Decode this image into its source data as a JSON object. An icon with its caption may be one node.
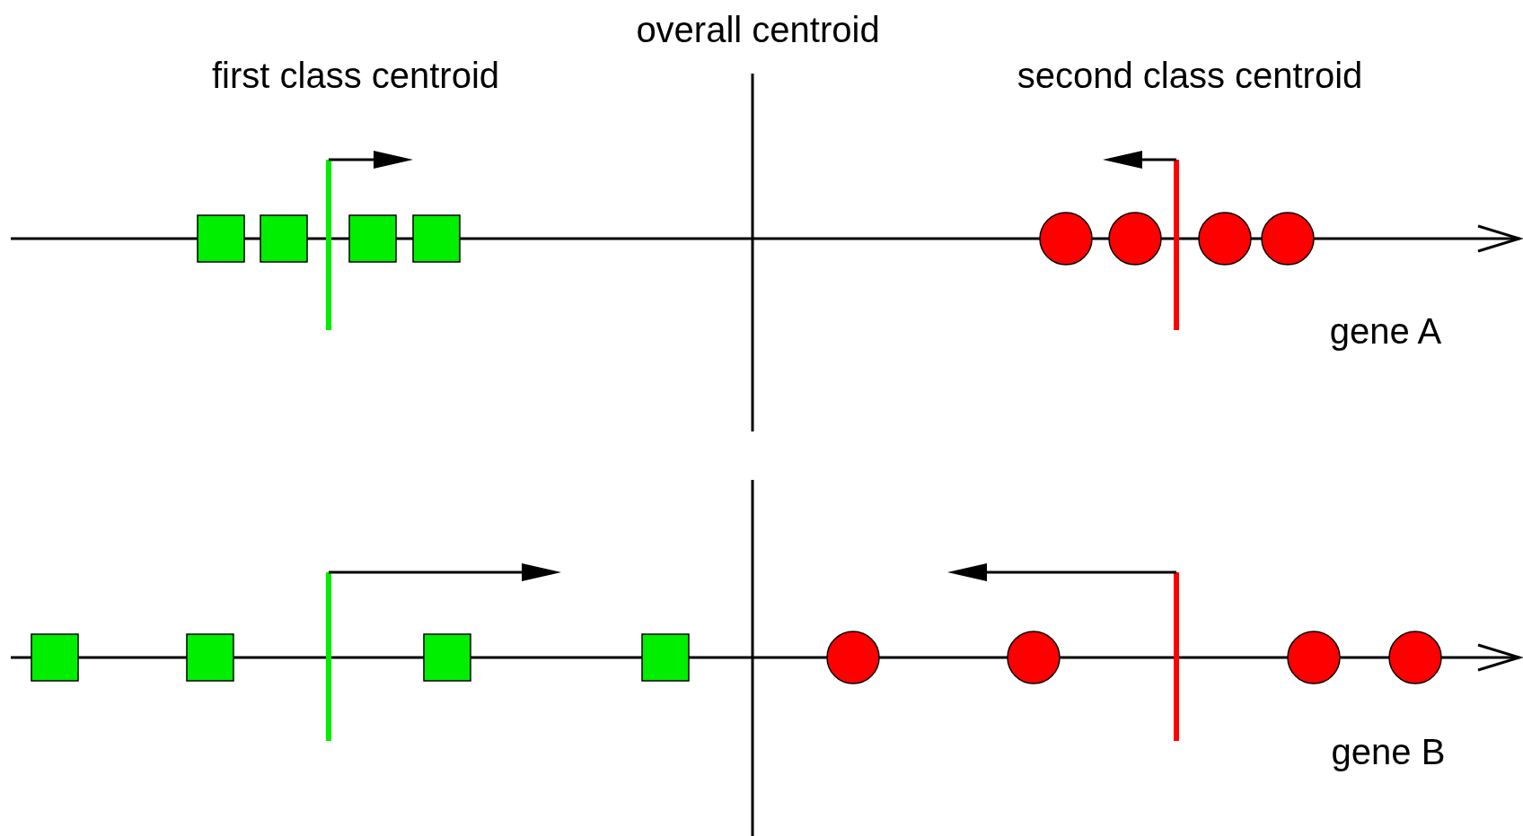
{
  "diagram": {
    "labels": [
      "overall centroid",
      "first class centroid",
      "second class centroid",
      "gene A",
      "gene B"
    ]
  }
}
